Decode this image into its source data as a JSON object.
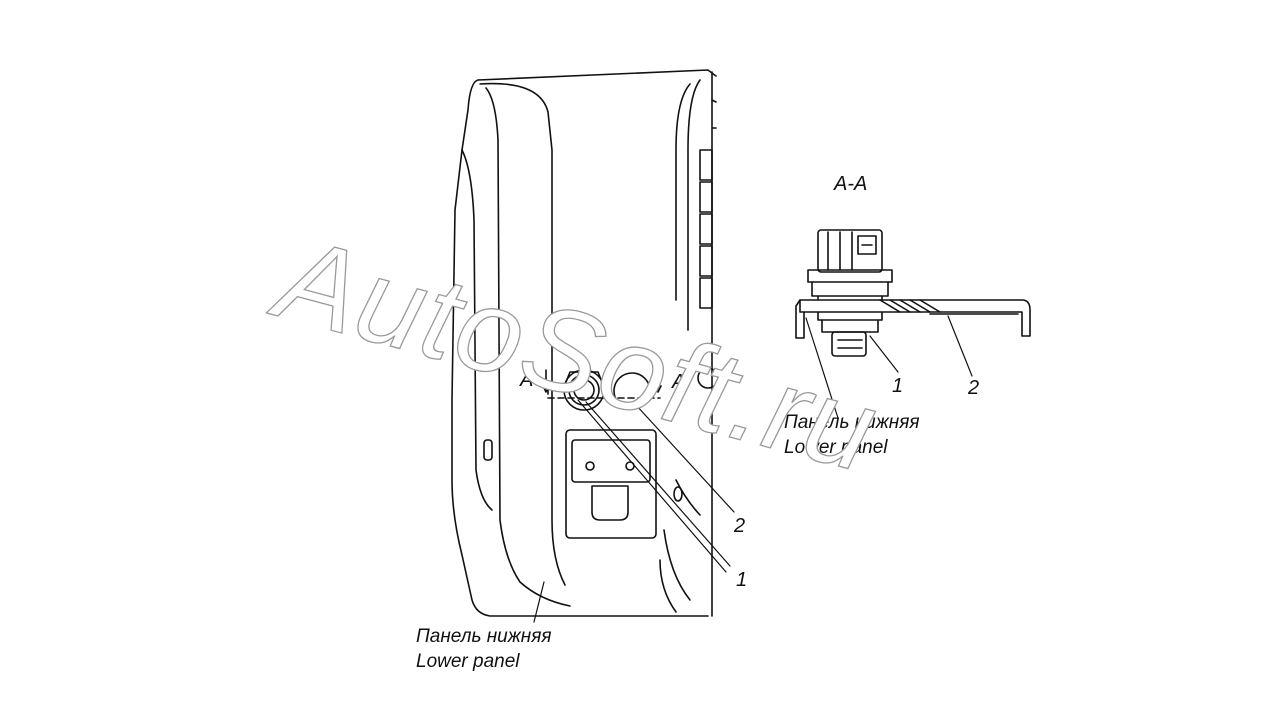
{
  "diagram": {
    "section_title": "А-А",
    "section_marker_left": "А",
    "section_marker_right": "А",
    "callouts": {
      "main_1": "1",
      "main_2": "2",
      "detail_1": "1",
      "detail_2": "2"
    },
    "captions": {
      "main": {
        "ru": "Панель нижняя",
        "en": "Lower panel"
      },
      "detail": {
        "ru": "Панель нижняя",
        "en": "Lower panel"
      }
    },
    "watermark": "AutoSoft.ru",
    "colors": {
      "ink": "#111111",
      "watermark_outline": "#9a9a9a",
      "background": "#ffffff"
    }
  }
}
